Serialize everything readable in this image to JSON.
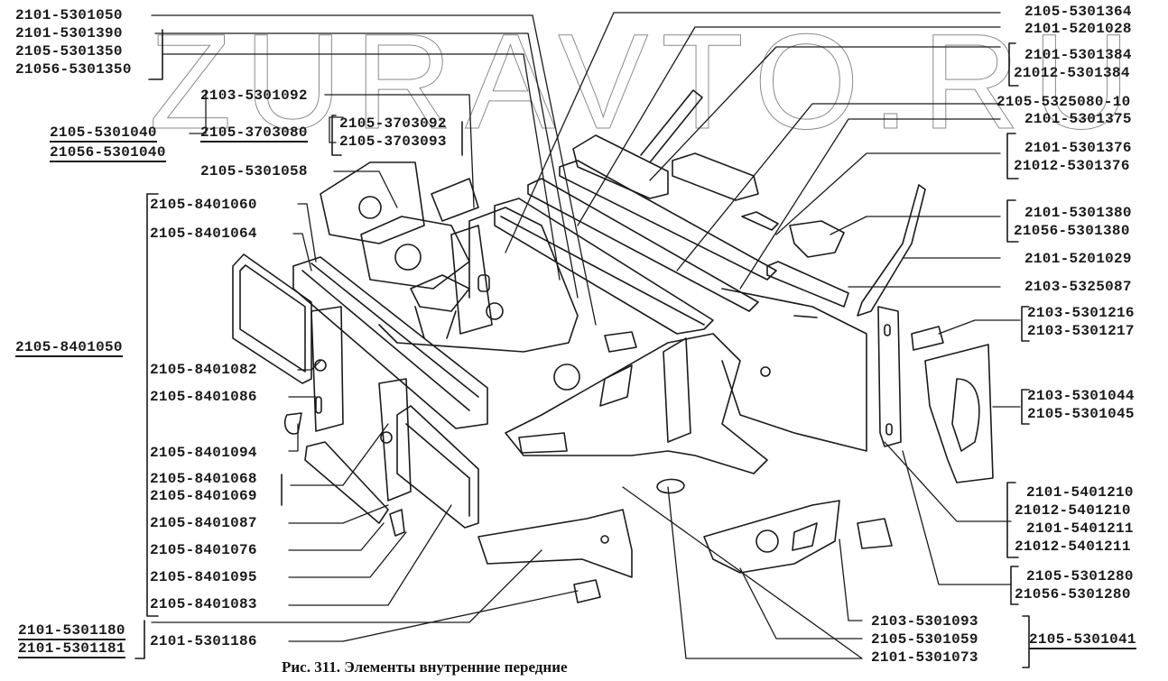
{
  "watermark": "ZURAVTO.RU",
  "caption": "Рис. 311. Элементы внутренние передние",
  "labels": {
    "top_left": [
      "2101-5301050",
      "2101-5301390",
      "2105-5301350",
      "21056-5301350"
    ],
    "left_mid": [
      "2105-5301040",
      "21056-5301040"
    ],
    "center_top": [
      "2103-5301092",
      "2105-3703080",
      "2105-3703092",
      "2105-3703093",
      "2105-5301058"
    ],
    "radiator_group": {
      "assembly": "2105-8401050",
      "parts": [
        "2105-8401060",
        "2105-8401064",
        "2105-8401082",
        "2105-8401086",
        "2105-8401094",
        "2105-8401068",
        "2105-8401069",
        "2105-8401087",
        "2105-8401076",
        "2105-8401095",
        "2105-8401083"
      ]
    },
    "bottom_left": [
      "2101-5301180",
      "2101-5301181",
      "2101-5301186"
    ],
    "right_top": [
      "2105-5301364",
      "2101-5201028",
      "2101-5301384",
      "21012-5301384",
      "2105-5325080-10",
      "2101-5301375",
      "2101-5301376",
      "21012-5301376"
    ],
    "right_mid": [
      "2101-5301380",
      "21056-5301380",
      "2101-5201029",
      "2103-5325087",
      "2103-5301216",
      "2103-5301217",
      "2103-5301044",
      "2105-5301045"
    ],
    "right_bottom": [
      "2101-5401210",
      "21012-5401210",
      "2101-5401211",
      "21012-5401211",
      "2105-5301280",
      "21056-5301280"
    ],
    "bottom_center": [
      "2103-5301093",
      "2105-5301059",
      "2101-5301073"
    ],
    "bottom_right": "2105-5301041"
  }
}
